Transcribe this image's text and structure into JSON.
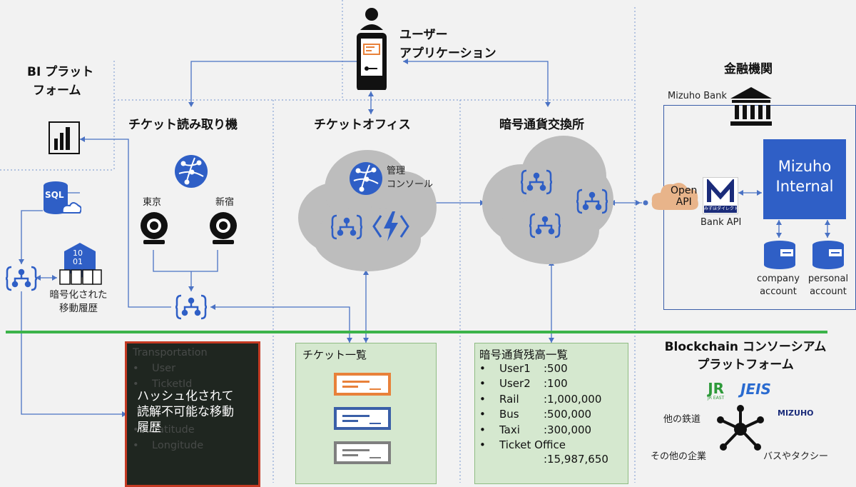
{
  "user_app": {
    "line1": "ユーザー",
    "line2": "アプリケーション"
  },
  "bi_platform": {
    "line1": "BI プラット",
    "line2": "フォーム"
  },
  "financial": {
    "title": "金融機関",
    "bank_name": "Mizuho Bank",
    "internal_line1": "Mizuho",
    "internal_line2": "Internal",
    "open_api_line1": "Open",
    "open_api_line2": "API",
    "bank_api": "Bank API",
    "logo_caption": "みずほダイレクト",
    "company_account_line1": "company",
    "company_account_line2": "account",
    "personal_account_line1": "personal",
    "personal_account_line2": "account"
  },
  "ticket_reader": {
    "title": "チケット読み取り機",
    "camera1": "東京",
    "camera2": "新宿"
  },
  "ticket_office": {
    "title": "チケットオフィス",
    "console_line1": "管理",
    "console_line2": "コンソール"
  },
  "exchange": {
    "title": "暗号通貨交換所"
  },
  "storage": {
    "sql_label": "SQL",
    "encrypted_line1": "暗号化された",
    "encrypted_line2": "移動履歴",
    "binary_line1": "10",
    "binary_line2": "01"
  },
  "transport_panel": {
    "title": "Transportation",
    "items": [
      "User",
      "TicketId",
      "Latitude",
      "Longitude"
    ],
    "overlay_line1": "ハッシュ化されて",
    "overlay_line2": "読解不可能な移動",
    "overlay_line3": "履歴"
  },
  "ticket_list": {
    "title": "チケット一覧",
    "colors": [
      "#e8813a",
      "#3a5fa8",
      "#7f7f7f"
    ]
  },
  "balance_list": {
    "title": "暗号通貨残高一覧",
    "rows": [
      {
        "name": "User1",
        "value": ":500"
      },
      {
        "name": "User2",
        "value": ":100"
      },
      {
        "name": "Rail",
        "value": ":1,000,000"
      },
      {
        "name": "Bus",
        "value": ":500,000"
      },
      {
        "name": "Taxi",
        "value": ":300,000"
      },
      {
        "name": "Ticket Office",
        "value": ""
      }
    ],
    "last_value": ":15,987,650"
  },
  "consortium": {
    "title_line1": "Blockchain コンソーシアム",
    "title_line2": "プラットフォーム",
    "jr_logo": "JR",
    "jr_sub": "JR EAST",
    "jeis_logo": "JEIS",
    "mizuho_logo": "MIZUHO",
    "other_rail": "他の鉄道",
    "other_companies": "その他の企業",
    "bus_taxi": "バスやタクシー"
  },
  "colors": {
    "blue": "#2f5fc6",
    "green_line": "#3cb34a",
    "orange": "#e8813a",
    "red_border": "#c43a23",
    "wire": "#4a72c4"
  }
}
